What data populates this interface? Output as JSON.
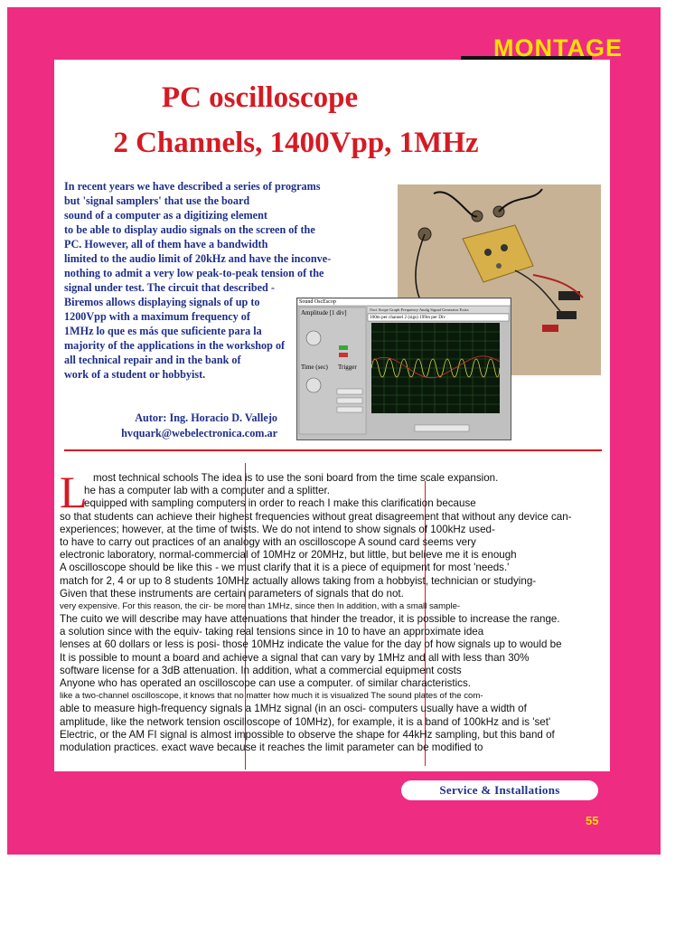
{
  "header": {
    "section": "MONTAGE"
  },
  "article": {
    "title_line1": "PC oscilloscope",
    "title_line2": "2 Channels, 1400Vpp, 1MHz",
    "intro_lines": [
      "In recent years we have described a series of programs",
      "but 'signal samplers' that use the board",
      "sound of a computer as a digitizing element",
      "to be able to display audio signals on the screen of the",
      "PC. However, all of them have a bandwidth",
      "limited to the audio limit of 20kHz and have the inconve-",
      "nothing to admit a very low peak-to-peak tension of the",
      "signal under test. The circuit that described -",
      "Biremos allows displaying signals of up to",
      "1200Vpp with a maximum frequency of",
      "1MHz lo que es más que suficiente para la",
      "majority of the applications in the workshop of",
      "all technical repair and in the bank of",
      "work of a student or hobbyist."
    ],
    "author": "Autor: Ing. Horacio D. Vallejo",
    "email": "hvquark@webelectronica.com.ar",
    "dropcap": "L",
    "body_lines": [
      "most technical schools                    The idea is to use the soni board from the time scale expansion.",
      "he has a computer lab with a computer and a splitter.",
      "equipped with sampling computers in order to reach                               I make this clarification because",
      "so that students can achieve their highest frequencies without great disagreement that without any device can-",
      "experiences; however, at the time of twists. We do not intend to show signals of 100kHz used-",
      "to have to carry out practices of an analogy with an oscilloscope A sound card seems very",
      "electronic laboratory, normal-commercial of 10MHz or 20MHz, but little, but believe me it is enough",
      "A oscilloscope should be like this - we must clarify that it is a piece of equipment for most 'needs.'",
      "match for 2, 4 or up to 8 students 10MHz actually allows taking from a hobbyist, technician or studying-",
      "Given that these instruments are certain parameters of signals that do not.",
      "very expensive. For this reason, the cir- be more than 1MHz, since then                    In addition, with a small sample-",
      "The cuito we will describe may have attenuations that hinder the treador, it is possible to increase the range.",
      "a solution since with the equiv- taking real tensions since in 10 to have an approximate idea",
      "lenses at 60 dollars or less is posi- those 10MHz indicate the value for the day of how signals up to would be",
      "It is possible to mount a board and achieve a signal that can vary by 1MHz and all with less than 30%",
      "software license for a 3dB attenuation. In addition, what a commercial equipment costs",
      "Anyone who has operated an oscilloscope can use a computer. of similar characteristics.",
      "like a two-channel oscilloscope, it knows that no matter how much it is visualized                  The sound plates of the com-",
      "able to measure high-frequency signals a 1MHz signal (in an osci- computers usually have a width of",
      "amplitude, like the network tension oscilloscope of 10MHz), for example, it is a band of 100kHz and is 'set'",
      "Electric, or the AM FI signal is almost impossible to observe the shape for 44kHz sampling, but this band of",
      "modulation practices.                exact wave because it reaches the limit parameter can be modified to"
    ]
  },
  "screenshot": {
    "window_title": "Sound OscEscop",
    "tab_caption": "Osci Scope Graph Frequency Analg Signal Generator Extra",
    "readout": "100m per channel 2 (sigs) 199m per Div",
    "amplitude_label": "Amplitude",
    "amplitude_value": "1 div",
    "time_label": "Time (sec)",
    "trigger_label": "Trigger"
  },
  "footer": {
    "label": "Service & Installations",
    "page_number": "55"
  }
}
